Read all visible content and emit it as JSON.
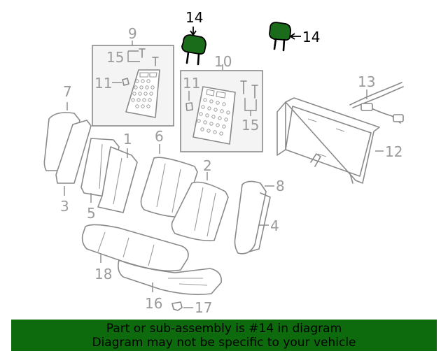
{
  "callouts": {
    "c1": "1",
    "c2": "2",
    "c3": "3",
    "c4": "4",
    "c5": "5",
    "c6": "6",
    "c7": "7",
    "c8": "8",
    "c9": "9",
    "c10": "10",
    "c11a": "11",
    "c11b": "11",
    "c12": "12",
    "c13": "13",
    "c14a": "14",
    "c14b": "14",
    "c15a": "15",
    "c15b": "15",
    "c16": "16",
    "c17": "17",
    "c18": "18"
  },
  "banner": {
    "line1": "Part or sub-assembly is #14 in diagram",
    "line2": "Diagram may not be specific to your vehicle"
  },
  "colors": {
    "highlight_part": "#1a6b1a",
    "banner_background": "#0d6b0d",
    "line_art": "#8a8a8a"
  }
}
